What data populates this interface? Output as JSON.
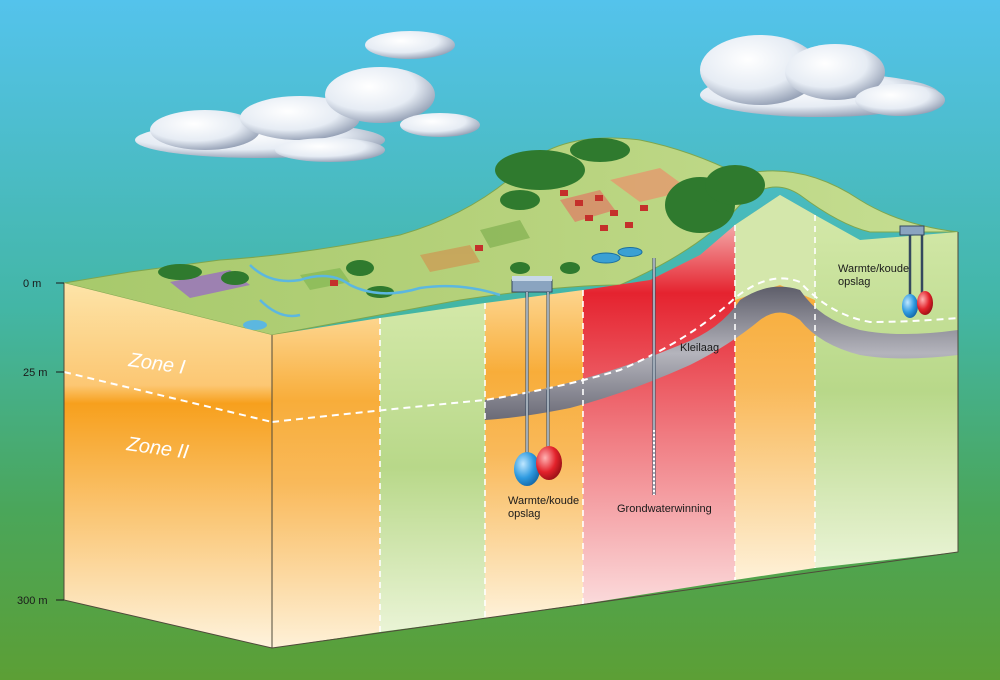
{
  "depth_axis": {
    "ticks": [
      "0 m",
      "25 m",
      "300 m"
    ]
  },
  "zones": {
    "zone_1": "Zone I",
    "zone_2": "Zone II"
  },
  "labels": {
    "clay_layer": "Kleilaag",
    "groundwater": "Grondwaterwinning",
    "wko_left_line1": "Warmte/koude",
    "wko_left_line2": "opslag",
    "wko_right_line1": "Warmte/koude",
    "wko_right_line2": "opslag"
  },
  "colors": {
    "sky_top": "#5bc3ea",
    "sky_bottom": "#3aa77d",
    "ground_bottom": "#5a9e3a",
    "zone_orange": "#f7a21b",
    "zone_green": "#b9d98a",
    "zone_red": "#e2162a",
    "clay_grey": "#8c8c96",
    "warm_red": "#e8202a",
    "cold_blue": "#2a9ae0"
  }
}
